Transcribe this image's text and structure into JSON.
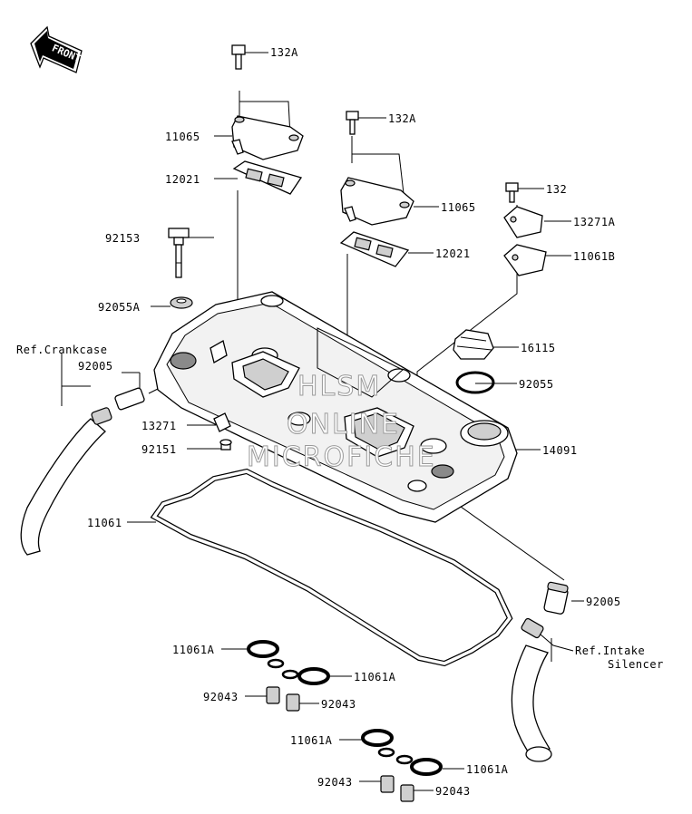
{
  "front_label": "FRONT",
  "watermark": [
    "HLSM",
    "ONLINE",
    "MICROFICHE"
  ],
  "labels": {
    "b132a_top": "132A",
    "cover_11065_left": "11065",
    "gasket_12021_left": "12021",
    "bolt_92153": "92153",
    "washer_92055a": "92055A",
    "ref_crankcase": "Ref.Crankcase",
    "fitting_92005_left": "92005",
    "plate_13271": "13271",
    "bolt_92151": "92151",
    "gasket_11061": "11061",
    "b132a_mid": "132A",
    "cover_11065_right": "11065",
    "gasket_12021_right": "12021",
    "bolt_132": "132",
    "plate_13271a": "13271A",
    "gasket_11061b": "11061B",
    "cap_16115": "16115",
    "oring_92055": "92055",
    "head_cover_14091": "14091",
    "fitting_92005_right": "92005",
    "ref_intake_line1": "Ref.Intake",
    "ref_intake_line2": "Silencer",
    "g11061a_1": "11061A",
    "g11061a_2": "11061A",
    "c92043_1": "92043",
    "c92043_2": "92043",
    "g11061a_3": "11061A",
    "g11061a_4": "11061A",
    "c92043_3": "92043",
    "c92043_4": "92043"
  }
}
